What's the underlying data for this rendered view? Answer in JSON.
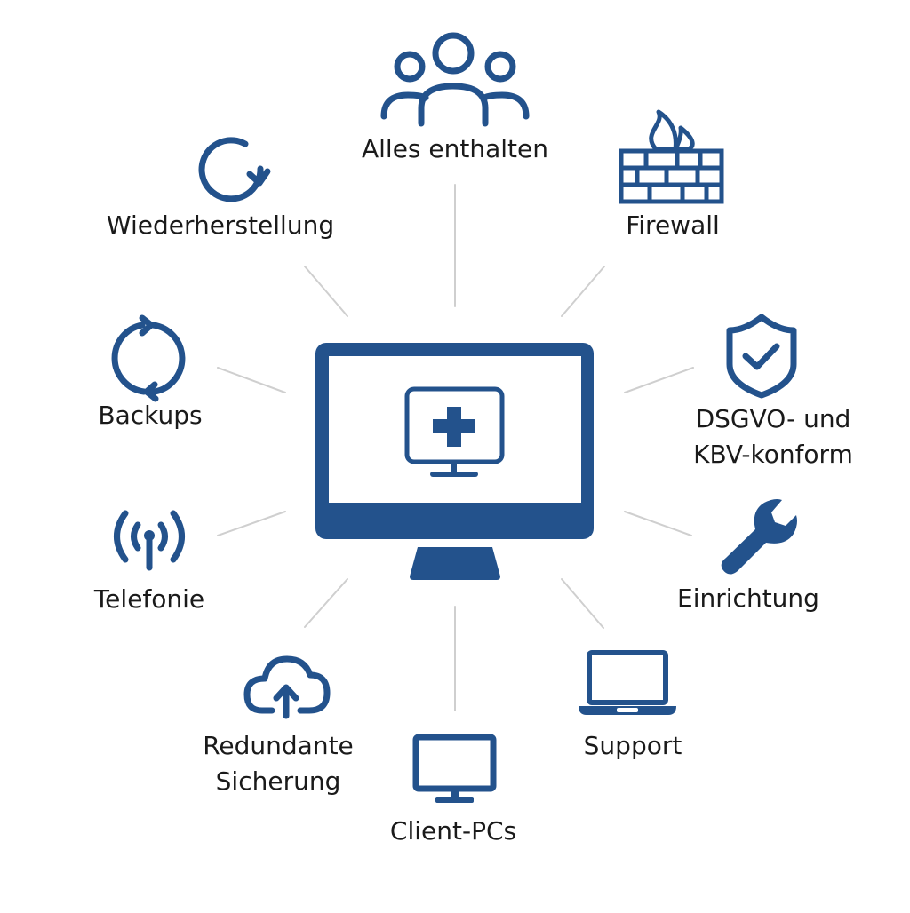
{
  "diagram": {
    "colors": {
      "icon": "#23528c",
      "connector": "#cfcfcf",
      "text": "#1a1a1a",
      "screen": "#ffffff"
    },
    "center": {
      "icon": "medical-monitor-icon",
      "inner_icon": "medical-cross-icon"
    },
    "nodes": [
      {
        "id": "alles-enthalten",
        "icon": "users-group-icon",
        "label": [
          "Alles enthalten"
        ]
      },
      {
        "id": "firewall",
        "icon": "firewall-icon",
        "label": [
          "Firewall"
        ]
      },
      {
        "id": "dsgvo-kbv",
        "icon": "shield-check-icon",
        "label": [
          "DSGVO- und",
          "KBV-konform"
        ]
      },
      {
        "id": "einrichtung",
        "icon": "wrench-icon",
        "label": [
          "Einrichtung"
        ]
      },
      {
        "id": "support",
        "icon": "laptop-icon",
        "label": [
          "Support"
        ]
      },
      {
        "id": "client-pcs",
        "icon": "monitor-icon",
        "label": [
          "Client-PCs"
        ]
      },
      {
        "id": "redundante-sicherung",
        "icon": "cloud-upload-icon",
        "label": [
          "Redundante",
          "Sicherung"
        ]
      },
      {
        "id": "telefonie",
        "icon": "antenna-icon",
        "label": [
          "Telefonie"
        ]
      },
      {
        "id": "backups",
        "icon": "sync-icon",
        "label": [
          "Backups"
        ]
      },
      {
        "id": "wiederherstellung",
        "icon": "restore-icon",
        "label": [
          "Wiederherstellung"
        ]
      }
    ]
  }
}
